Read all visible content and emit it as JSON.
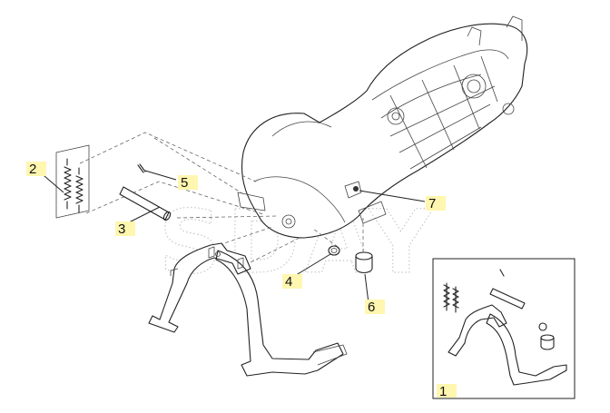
{
  "watermark": "SDAY",
  "callouts": [
    {
      "id": "1",
      "label": "1"
    },
    {
      "id": "2",
      "label": "2"
    },
    {
      "id": "3",
      "label": "3"
    },
    {
      "id": "4",
      "label": "4"
    },
    {
      "id": "5",
      "label": "5"
    },
    {
      "id": "6",
      "label": "6"
    },
    {
      "id": "7",
      "label": "7"
    }
  ],
  "colors": {
    "callout_highlight": "#fff6b0",
    "line": "#222222"
  }
}
